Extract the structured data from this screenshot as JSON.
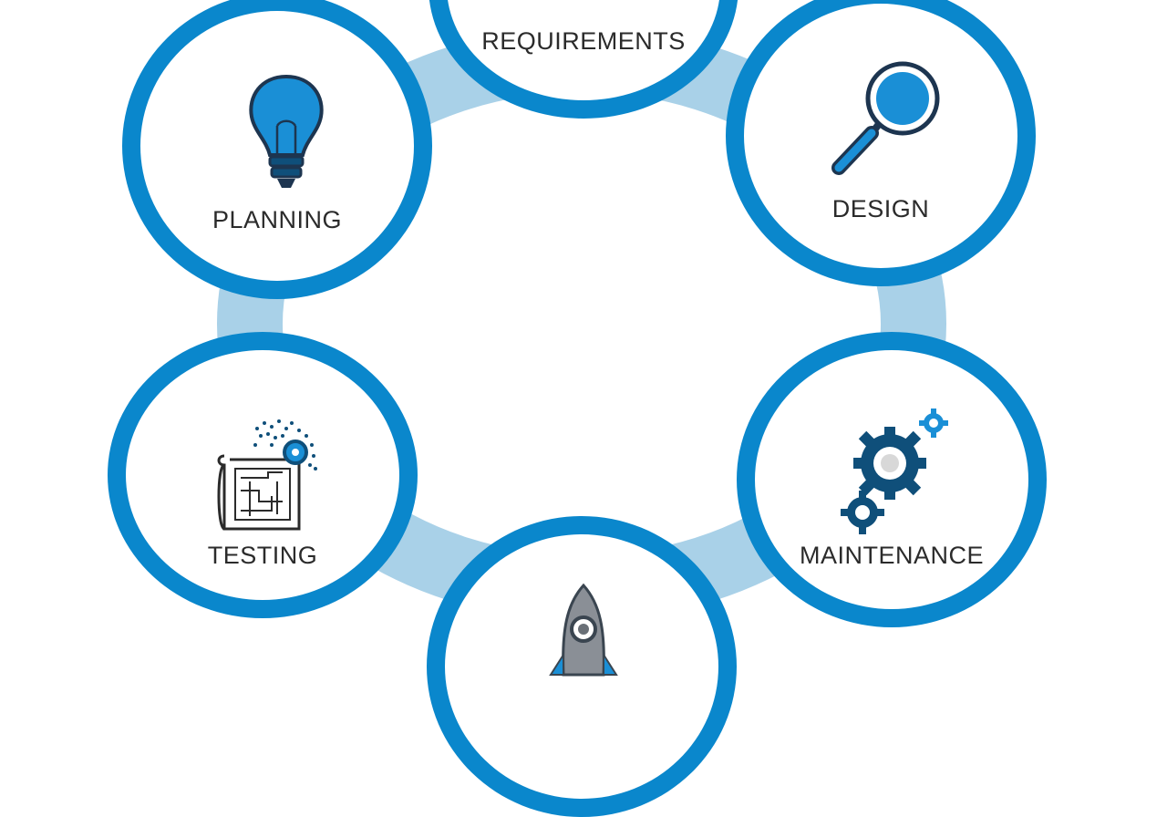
{
  "diagram": {
    "stages": {
      "requirements": {
        "label": "REQUIREMENTS",
        "icon": "requirements-stage"
      },
      "planning": {
        "label": "PLANNING",
        "icon": "lightbulb-icon"
      },
      "design": {
        "label": "DESIGN",
        "icon": "magnifier-icon"
      },
      "testing": {
        "label": "TESTING",
        "icon": "blueprint-gears-icon"
      },
      "maintenance": {
        "label": "MAINTENANCE",
        "icon": "gears-icon"
      },
      "deployment": {
        "label": "",
        "icon": "rocket-icon"
      }
    },
    "colors": {
      "ring": "#a9d1e8",
      "node_border": "#0a87cc",
      "icon_blue": "#1a8fd6",
      "icon_dark": "#0f4f7a",
      "text": "#2b2b2b"
    }
  }
}
